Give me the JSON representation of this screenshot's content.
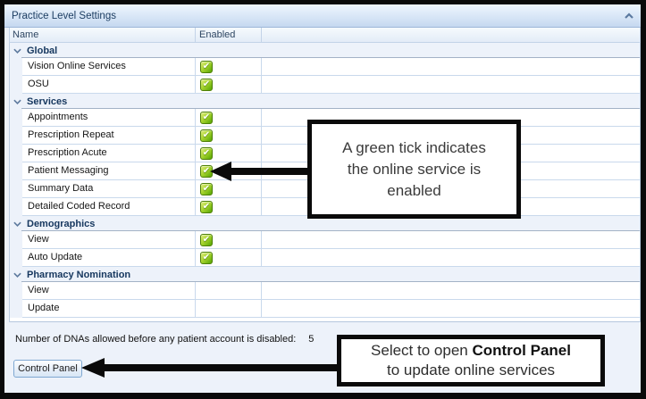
{
  "panel": {
    "title": "Practice Level Settings"
  },
  "table": {
    "columns": [
      "Name",
      "Enabled"
    ],
    "groups": [
      {
        "label": "Global",
        "items": [
          {
            "name": "Vision Online Services",
            "enabled": true
          },
          {
            "name": "OSU",
            "enabled": true
          }
        ]
      },
      {
        "label": "Services",
        "items": [
          {
            "name": "Appointments",
            "enabled": true
          },
          {
            "name": "Prescription Repeat",
            "enabled": true
          },
          {
            "name": "Prescription Acute",
            "enabled": true
          },
          {
            "name": "Patient Messaging",
            "enabled": true
          },
          {
            "name": "Summary Data",
            "enabled": true
          },
          {
            "name": "Detailed Coded Record",
            "enabled": true
          }
        ]
      },
      {
        "label": "Demographics",
        "items": [
          {
            "name": "View",
            "enabled": true
          },
          {
            "name": "Auto Update",
            "enabled": true
          }
        ]
      },
      {
        "label": "Pharmacy Nomination",
        "items": [
          {
            "name": "View",
            "enabled": false
          },
          {
            "name": "Update",
            "enabled": false
          }
        ]
      }
    ]
  },
  "footer": {
    "dna_label": "Number of DNAs allowed before any patient account is disabled:",
    "dna_value": "5",
    "button_label": "Control Panel"
  },
  "annotations": {
    "tick_note": {
      "lines": [
        "A green tick indicates",
        "the online service is",
        "enabled"
      ]
    },
    "control_panel_note": {
      "text_before": "Select to open ",
      "bold_text": "Control Panel",
      "line2": "to update online services"
    }
  },
  "icons": {
    "tick": "✔",
    "group_chevron": "chevron-down",
    "panel_collapse": "chevron-up"
  },
  "colors": {
    "tick_green_light": "#e3ee85",
    "tick_green_dark": "#55a402",
    "title_text": "#1d3e63",
    "titlebar_top": "#eef5fe",
    "titlebar_bottom": "#c5d8f0",
    "row_border": "#c9d9ec",
    "annotation_border": "#0a0a0a"
  }
}
